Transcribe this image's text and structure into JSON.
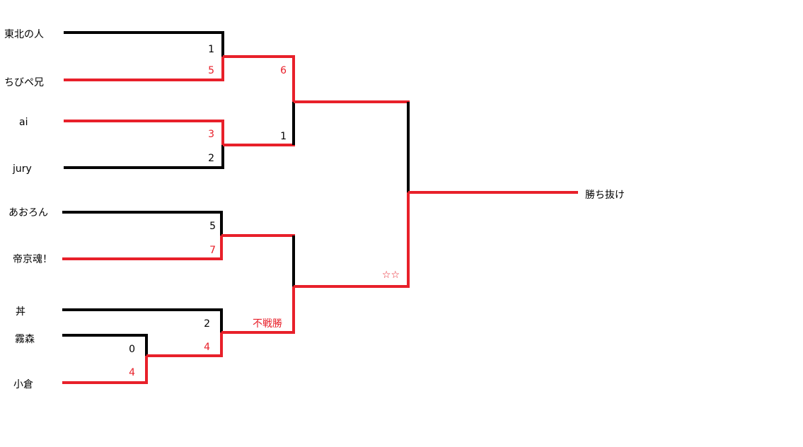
{
  "colors": {
    "win": "#e8202a",
    "lose": "#000000",
    "text": "#000000"
  },
  "players": [
    "東北の人",
    "ちびペ兄",
    "ai",
    "jury",
    "あおろん",
    "帝京魂！",
    "丼",
    "霧森",
    "小倉"
  ],
  "finish_label": "勝ち抜け",
  "r1": {
    "m1": {
      "top": "1",
      "bottom": "5"
    },
    "m2": {
      "top": "3",
      "bottom": "2"
    },
    "m3": {
      "top": "5",
      "bottom": "7"
    },
    "m4": {
      "top": "2",
      "bottom": "4"
    },
    "pre": {
      "top": "0",
      "bottom": "4"
    }
  },
  "r2": {
    "a": {
      "top": "6",
      "bottom": "1"
    },
    "b": {
      "note": "不戦勝"
    }
  },
  "r3": {
    "note": "☆☆"
  }
}
